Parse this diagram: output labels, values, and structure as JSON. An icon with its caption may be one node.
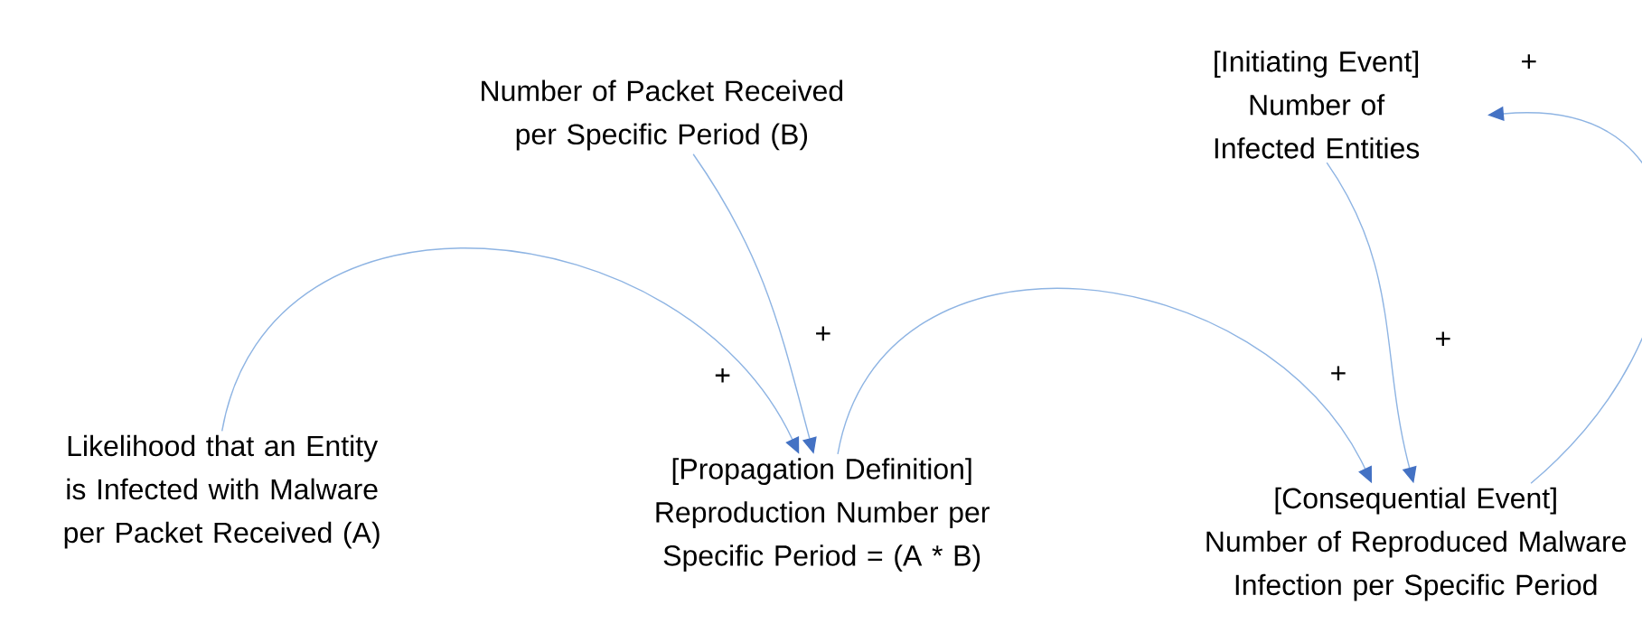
{
  "diagram": {
    "nodes": [
      {
        "text": [
          "Number of Packet Received per Specific Period (B)"
        ]
      },
      {
        "text": [
          "[Initiating Event]",
          "Number of Infected Entities"
        ]
      },
      {
        "text": [
          "Likelihood that an Entity is Infected with Malware per Packet Received (A)"
        ]
      },
      {
        "text": [
          "[Propagation Definition]",
          "Reproduction Number per Specific Period = (A * B)"
        ]
      },
      {
        "text": [
          "[Consequential Event]",
          "Number of Reproduced Malware Infection per Specific Period"
        ]
      }
    ],
    "edges": [
      {
        "from": 2,
        "to": 3,
        "arrow": "to",
        "label": "+"
      },
      {
        "from": 0,
        "to": 3,
        "arrow": "to",
        "label": "+"
      },
      {
        "from": 3,
        "to": 4,
        "arrow": "to",
        "label": "+"
      },
      {
        "from": 1,
        "to": 4,
        "arrow": "to",
        "label": "+"
      },
      {
        "from": 4,
        "to": 1,
        "arrow": "to",
        "label": "+"
      }
    ]
  }
}
